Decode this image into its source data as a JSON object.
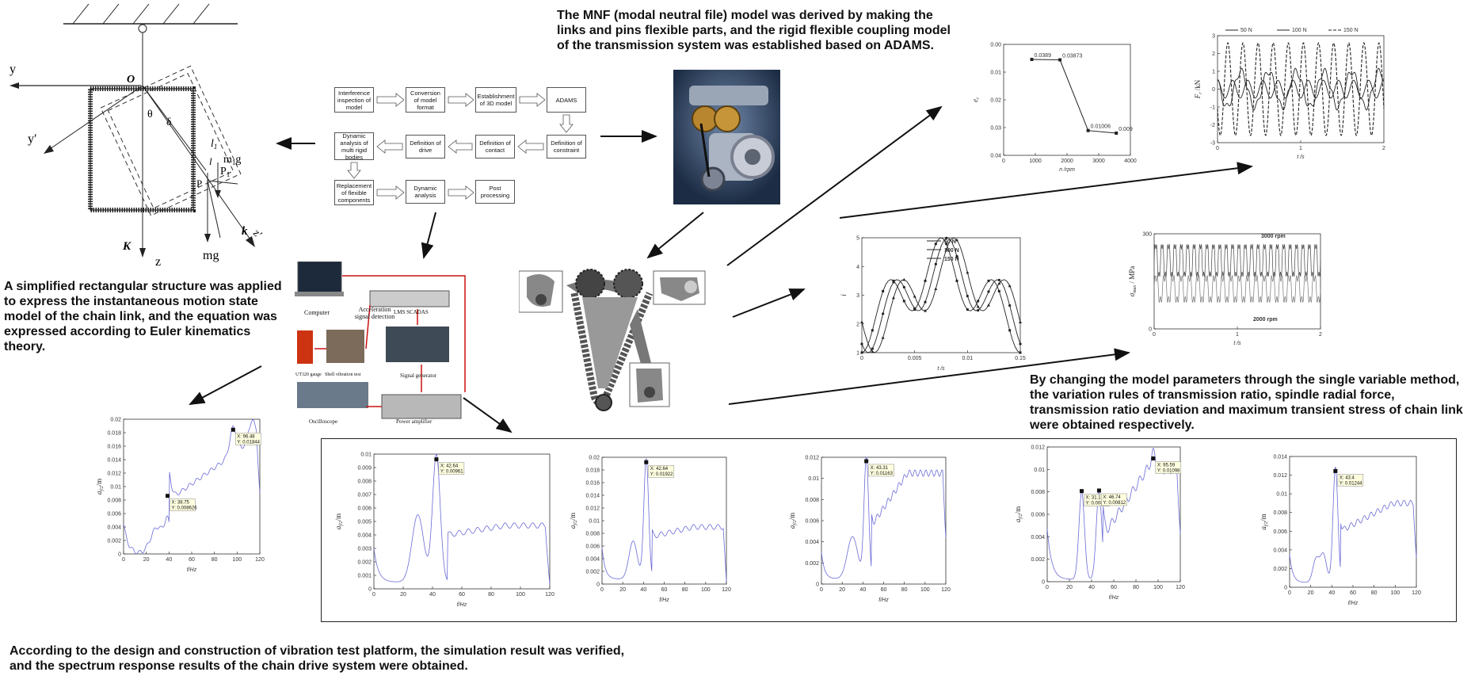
{
  "captions": {
    "mnf": "The MNF (modal neutral file) model was derived by making the links and pins flexible parts, and the rigid flexible coupling model of the transmission system was established based on ADAMS.",
    "simplified": "A simplified rectangular structure was applied to express the instantaneous motion state model of the chain link, and the equation was expressed according to Euler kinematics theory.",
    "changing": "By changing the model parameters through the single variable method, the variation rules of transmission ratio, spindle radial force, transmission ratio deviation and maximum transient stress of chain link were obtained respectively.",
    "vibration": "According to the design and construction of vibration test platform, the simulation result was verified, and the spectrum response results of the chain drive system were obtained."
  },
  "mechanics": {
    "y": "y",
    "y_prime": "y′",
    "O": "O",
    "theta": "θ",
    "delta": "δ",
    "l1": "l",
    "l1_sub": "1",
    "P1": "P",
    "P1_sub": "1",
    "m1g": "m",
    "m1g_sub": "1",
    "m1g_g": "g",
    "P": "P",
    "l": "l",
    "k": "k",
    "z_prime": "z′",
    "K": "K",
    "z": "z",
    "mg": "mg"
  },
  "flowchart": {
    "boxes": [
      "Interference inspection of model",
      "Conversion of model format",
      "Establishment of 3D model",
      "ADAMS",
      "Dynamic analysis of multi rigid bodies",
      "Definition of drive",
      "Definition of contact",
      "Definition of constraint",
      "Replacement of flexible components",
      "Dynamic analysis",
      "Post processing"
    ]
  },
  "test_platform": {
    "computer": "Computer",
    "lms": "LMS SCADAS",
    "accel": "Acceleration signal detection",
    "ut320": "UT320 gauge",
    "shell": "Shell vibration test",
    "signal": "Signal generator",
    "oscilloscope": "Oscilloscope",
    "amplifier": "Power amplifier"
  },
  "chart_data": [
    {
      "id": "deviation",
      "type": "line",
      "xlabel": "n /rpm",
      "ylabel": "e",
      "ylabel_sub": "i",
      "x": [
        1000,
        2000,
        3000,
        4000
      ],
      "values": [
        0.0389,
        0.03873,
        0.01006,
        0.009
      ],
      "point_labels": [
        "0.0389",
        "0.03873",
        "0.01006",
        "0.009"
      ],
      "xticks": [
        "0",
        "1000",
        "2000",
        "3000",
        "4000"
      ],
      "yticks": [
        "0.00",
        "0.01",
        "0.02",
        "0.03",
        "0.04"
      ],
      "xlim": [
        0,
        4500
      ],
      "ylim": [
        0,
        0.045
      ]
    },
    {
      "id": "radial-force",
      "type": "line",
      "xlabel": "t /s",
      "ylabel": "F",
      "ylabel_sub": "r",
      "ylabel_unit": " /kN",
      "series": [
        {
          "name": "50 N"
        },
        {
          "name": "100 N"
        },
        {
          "name": "150 N"
        }
      ],
      "xticks": [
        "0",
        "1",
        "2"
      ],
      "yticks": [
        "3",
        "2",
        "1",
        "0",
        "-1",
        "-2",
        "-3"
      ],
      "xlim": [
        0,
        2
      ],
      "ylim": [
        -3,
        3
      ]
    },
    {
      "id": "transmission-ratio",
      "type": "line",
      "xlabel": "t /s",
      "ylabel": "i",
      "series": [
        {
          "name": "50 N"
        },
        {
          "name": "100 N"
        },
        {
          "name": "150 N"
        }
      ],
      "xticks": [
        "0",
        "0.005",
        "0.01",
        "0.15"
      ],
      "yticks": [
        "5",
        "4",
        "3",
        "2",
        "1"
      ],
      "xlim": [
        0,
        0.015
      ],
      "ylim": [
        1,
        5
      ]
    },
    {
      "id": "max-stress",
      "type": "line",
      "xlabel": "t /s",
      "ylabel": "σ",
      "ylabel_sub": "max",
      "ylabel_unit": " / MPa",
      "series": [
        {
          "name": "3000 rpm"
        },
        {
          "name": "2000 rpm"
        }
      ],
      "xticks": [
        "0",
        "1",
        "2"
      ],
      "yticks": [
        "300",
        "0"
      ],
      "xlim": [
        0,
        2
      ],
      "ylim": [
        0,
        300
      ]
    },
    {
      "id": "spectrum-1",
      "type": "line",
      "xlabel": "f/Hz",
      "ylabel": "a",
      "ylabel_sub": "f/2",
      "ylabel_unit": "/m",
      "xticks": [
        "0",
        "20",
        "40",
        "60",
        "80",
        "100",
        "120"
      ],
      "yticks": [
        "0.02",
        "0.018",
        "0.016",
        "0.014",
        "0.012",
        "0.01",
        "0.008",
        "0.006",
        "0.004",
        "0.002",
        "0"
      ],
      "xlim": [
        0,
        120
      ],
      "ylim": [
        0,
        0.02
      ],
      "markers": [
        {
          "x": 38.75,
          "y": 0.008626,
          "xtext": "X: 38.75",
          "ytext": "Y: 0.008626"
        },
        {
          "x": 96.48,
          "y": 0.01844,
          "xtext": "X: 96.48",
          "ytext": "Y: 0.01844"
        }
      ]
    },
    {
      "id": "spectrum-2",
      "type": "line",
      "xlabel": "f/Hz",
      "ylabel": "a",
      "ylabel_sub": "f/2",
      "ylabel_unit": "/m",
      "xticks": [
        "0",
        "20",
        "40",
        "60",
        "80",
        "100",
        "120"
      ],
      "yticks": [
        "0.01",
        "0.009",
        "0.008",
        "0.007",
        "0.006",
        "0.005",
        "0.004",
        "0.003",
        "0.002",
        "0.001",
        "0"
      ],
      "xlim": [
        0,
        120
      ],
      "ylim": [
        0,
        0.01
      ],
      "markers": [
        {
          "x": 42.64,
          "y": 0.00961,
          "xtext": "X: 42.64",
          "ytext": "Y: 0.00961"
        }
      ]
    },
    {
      "id": "spectrum-3",
      "type": "line",
      "xlabel": "f/Hz",
      "ylabel": "a",
      "ylabel_sub": "f/2",
      "ylabel_unit": "/m",
      "xticks": [
        "0",
        "20",
        "40",
        "60",
        "80",
        "100",
        "120"
      ],
      "yticks": [
        "0.02",
        "0.018",
        "0.016",
        "0.014",
        "0.012",
        "0.01",
        "0.008",
        "0.006",
        "0.004",
        "0.002",
        "0"
      ],
      "xlim": [
        0,
        120
      ],
      "ylim": [
        0,
        0.02
      ],
      "markers": [
        {
          "x": 42.64,
          "y": 0.01922,
          "xtext": "X: 42.64",
          "ytext": "Y: 0.01922"
        }
      ]
    },
    {
      "id": "spectrum-4",
      "type": "line",
      "xlabel": "f/Hz",
      "ylabel": "a",
      "ylabel_sub": "f/2",
      "ylabel_unit": "/m",
      "xticks": [
        "0",
        "20",
        "40",
        "60",
        "80",
        "100",
        "120"
      ],
      "yticks": [
        "0.012",
        "0.01",
        "0.008",
        "0.006",
        "0.004",
        "0.002",
        "0"
      ],
      "xlim": [
        0,
        120
      ],
      "ylim": [
        0,
        0.012
      ],
      "markers": [
        {
          "x": 43.31,
          "y": 0.01163,
          "xtext": "X: 43.31",
          "ytext": "Y: 0.01163"
        }
      ]
    },
    {
      "id": "spectrum-5",
      "type": "line",
      "xlabel": "f/Hz",
      "ylabel": "a",
      "ylabel_sub": "f/2",
      "ylabel_unit": "/m",
      "xticks": [
        "0",
        "20",
        "40",
        "60",
        "80",
        "100",
        "120"
      ],
      "yticks": [
        "0.012",
        "0.01",
        "0.008",
        "0.006",
        "0.004",
        "0.002",
        "0"
      ],
      "xlim": [
        0,
        120
      ],
      "ylim": [
        0,
        0.012
      ],
      "markers": [
        {
          "x": 31.1,
          "y": 0.00807,
          "xtext": "X: 31.1",
          "ytext": "Y: 0.00807"
        },
        {
          "x": 46.74,
          "y": 0.00812,
          "xtext": "X: 46.74",
          "ytext": "Y: 0.00812"
        },
        {
          "x": 95.59,
          "y": 0.01098,
          "xtext": "X: 95.59",
          "ytext": "Y: 0.01098"
        }
      ]
    },
    {
      "id": "spectrum-6",
      "type": "line",
      "xlabel": "f/Hz",
      "ylabel": "a",
      "ylabel_sub": "f/2",
      "ylabel_unit": "/m",
      "xticks": [
        "0",
        "20",
        "40",
        "60",
        "80",
        "100",
        "120"
      ],
      "yticks": [
        "0.014",
        "0.012",
        "0.01",
        "0.008",
        "0.006",
        "0.004",
        "0.002",
        "0"
      ],
      "xlim": [
        0,
        120
      ],
      "ylim": [
        0,
        0.014
      ],
      "markers": [
        {
          "x": 43.4,
          "y": 0.01244,
          "xtext": "X: 43.4",
          "ytext": "Y: 0.01244"
        }
      ]
    }
  ]
}
